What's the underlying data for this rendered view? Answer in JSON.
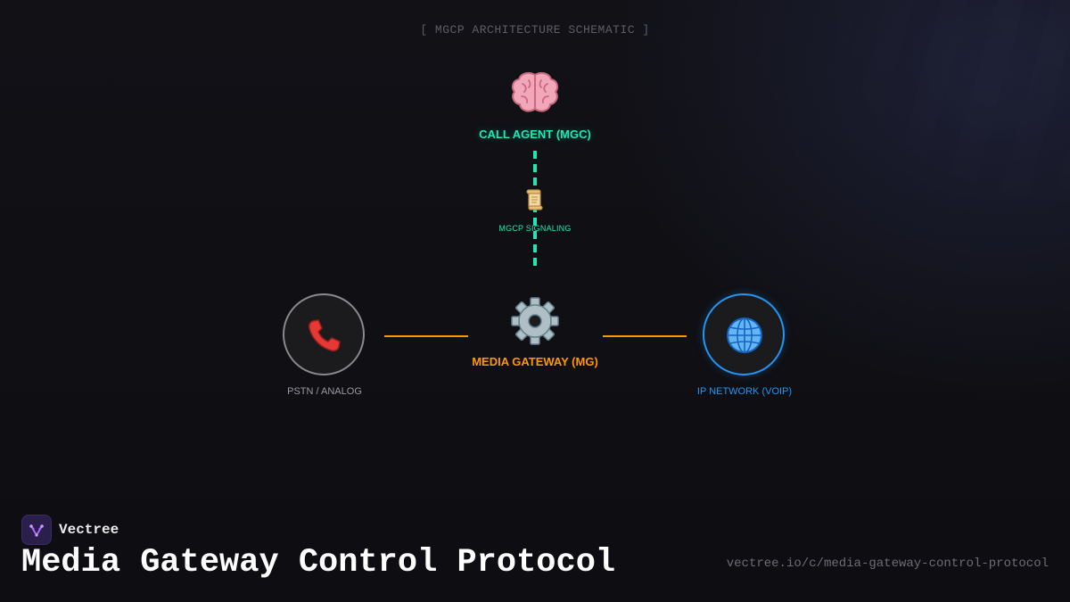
{
  "schematic_label": "[ MGCP ARCHITECTURE SCHEMATIC ]",
  "nodes": {
    "call_agent": {
      "label": "CALL AGENT (MGC)",
      "icon": "brain-icon",
      "color": "#1de9b6"
    },
    "signaling": {
      "label": "MGCP SIGNALING",
      "icon": "scroll-icon",
      "color": "#1de9b6"
    },
    "pstn": {
      "label": "PSTN / ANALOG",
      "icon": "telephone-icon",
      "color": "#8a8a8e"
    },
    "media_gateway": {
      "label": "MEDIA GATEWAY (MG)",
      "icon": "gear-icon",
      "color": "#ff9800"
    },
    "ip_network": {
      "label": "IP NETWORK (VOIP)",
      "icon": "globe-icon",
      "color": "#2196f3"
    }
  },
  "brand": {
    "name": "Vectree",
    "icon": "vectree-logo-icon"
  },
  "title": "Media Gateway Control Protocol",
  "url": "vectree.io/c/media-gateway-control-protocol"
}
